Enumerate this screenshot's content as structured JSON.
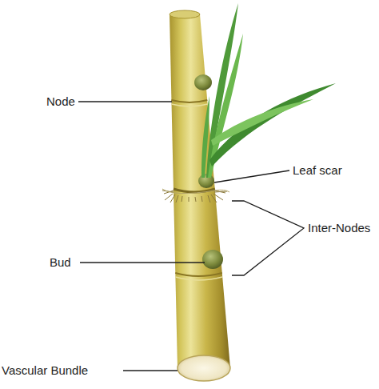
{
  "diagram": {
    "labels": [
      "Node",
      "Leaf scar",
      "Inter-Nodes",
      "Bud",
      "Vascular Bundle"
    ]
  }
}
